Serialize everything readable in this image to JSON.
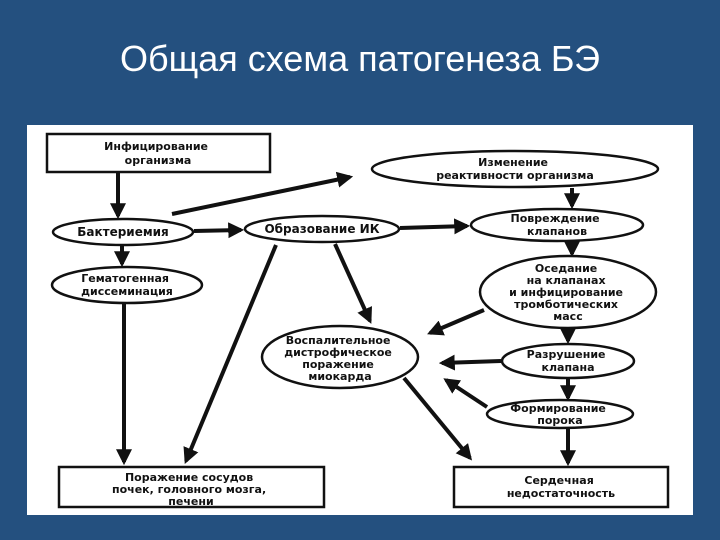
{
  "slide": {
    "title": "Общая схема патогенеза БЭ"
  },
  "nodes": {
    "infection": [
      "Инфицирование",
      "организма"
    ],
    "reactivity": [
      "Изменение",
      "реактивности организма"
    ],
    "bacteremia": [
      "Бактериемия"
    ],
    "immune_complex": [
      "Образование ИК"
    ],
    "valve_damage": [
      "Повреждение",
      "клапанов"
    ],
    "dissemination": [
      "Гематогенная",
      "диссеминация"
    ],
    "thrombotic": [
      "Оседание",
      "на клапанах",
      "и инфицирование",
      "тромботических",
      "масс"
    ],
    "myocardium": [
      "Воспалительное",
      "дистрофическое",
      "поражение",
      "миокарда"
    ],
    "valve_destruction": [
      "Разрушение",
      "клапана"
    ],
    "defect": [
      "Формирование",
      "порока"
    ],
    "vessels": [
      "Поражение сосудов",
      "почек, головного мозга,",
      "печени"
    ],
    "heart_failure": [
      "Сердечная",
      "недостаточность"
    ]
  },
  "colors": {
    "background": "#24507f",
    "panel": "#ffffff",
    "ink": "#111111"
  }
}
